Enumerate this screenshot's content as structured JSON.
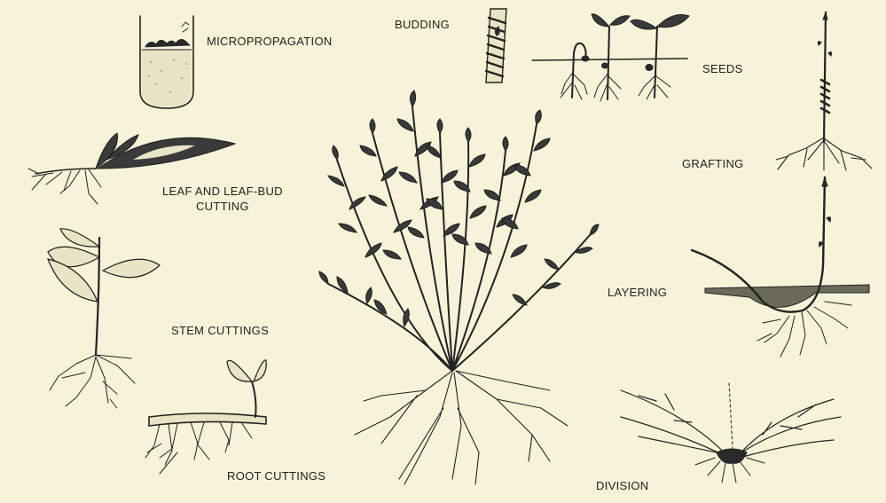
{
  "labels": {
    "micropropagation": "MICROPROPAGATION",
    "budding": "BUDDING",
    "seeds": "SEEDS",
    "grafting": "GRAFTING",
    "leaf_cutting_line1": "LEAF AND LEAF-BUD",
    "leaf_cutting_line2": "CUTTING",
    "layering": "LAYERING",
    "stem_cuttings": "STEM CUTTINGS",
    "root_cuttings": "ROOT CUTTINGS",
    "division": "DIVISION"
  },
  "colors": {
    "background": "#f7f3d9",
    "ink": "#222222"
  }
}
